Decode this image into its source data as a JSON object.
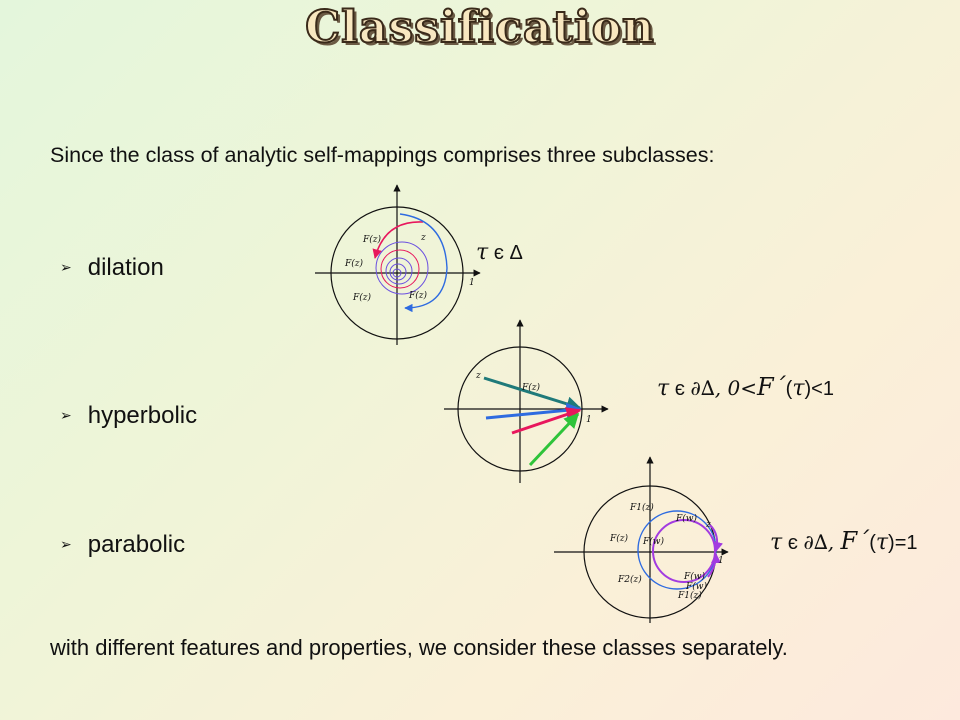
{
  "title": "Classification",
  "intro": "Since the class of analytic self-mappings comprises three subclasses:",
  "bullets": [
    "dilation",
    "hyperbolic",
    "parabolic"
  ],
  "conditions": {
    "dilation": {
      "tau": "τ",
      "rest": " є Δ"
    },
    "hyperbolic": {
      "tau": "τ",
      "belongs": " є ",
      "set": "∂∆, 0<",
      "F": "F´",
      "open": "(",
      "tau2": "τ",
      "close": ")<1"
    },
    "parabolic": {
      "tau": "τ",
      "belongs": " є ",
      "set": "∂∆, ",
      "F": "F´",
      "open": "(",
      "tau2": "τ",
      "close": ")=1"
    }
  },
  "outro": "with different features and properties, we consider these classes separately.",
  "figures": {
    "dilation": {
      "one": "1",
      "labels": [
        "F(z)",
        "z",
        "F(z)",
        "F(z)",
        "F(z)"
      ]
    },
    "hyperbolic": {
      "one": "1",
      "labels": [
        "z",
        "F(z)"
      ]
    },
    "parabolic": {
      "one": "1",
      "labels": [
        "F1(z)",
        "F(w)",
        "z",
        "F(z)",
        "F(w)",
        "F(w)",
        "F2(z)",
        "F(w)",
        "F1(z)"
      ]
    }
  },
  "colors": {
    "red": "#e8175d",
    "blue": "#2e6be0",
    "teal": "#1f7a7a",
    "green": "#2ec43a",
    "purple": "#a23be0",
    "spiral": "#6a4fe0"
  }
}
